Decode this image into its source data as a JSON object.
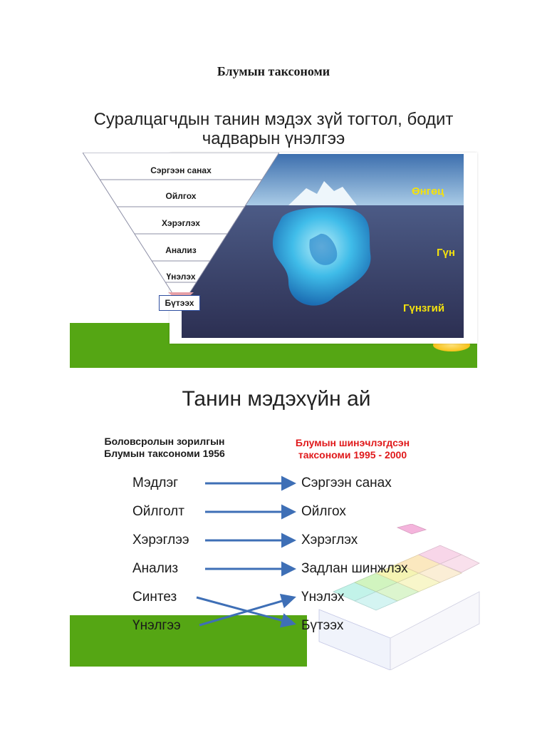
{
  "document": {
    "title": "Блумын таксономи"
  },
  "slide1": {
    "heading_line1": "Суралцагчдын танин мэдэх зүй тогтол, бодит",
    "heading_line2": "чадварын үнэлгээ",
    "levels": [
      "Сэргээн санах",
      "Ойлгох",
      "Хэрэглэх",
      "Анализ",
      "Үнэлэх",
      "Бүтээх"
    ],
    "depths": [
      "Өнгөц",
      "Гүн",
      "Гүнзгий"
    ],
    "colors": {
      "green": "#55a614",
      "depth_yellow": "#f4e20d",
      "ocean": "#3a3f66",
      "sky": "#6fa8d8"
    }
  },
  "slide2": {
    "heading": "Танин мэдэхүйн ай",
    "left_header_line1": "Боловсролын зорилгын",
    "left_header_line2": "Блумын  таксономи 1956",
    "right_header_line1": "Блумын шинэчлэгдсэн",
    "right_header_line2": "таксономи 1995 - 2000",
    "left_terms": [
      "Мэдлэг",
      "Ойлголт",
      "Хэрэглээ",
      "Анализ",
      "Синтез",
      "Үнэлгээ"
    ],
    "right_terms": [
      "Сэргээн санах",
      "Ойлгох",
      "Хэрэглэх",
      "Задлан шинжлэх",
      "Үнэлэх",
      "Бүтээх"
    ],
    "colors": {
      "right_header": "#e0191b",
      "arrow": "#3e6fb6",
      "green": "#55a614"
    }
  }
}
